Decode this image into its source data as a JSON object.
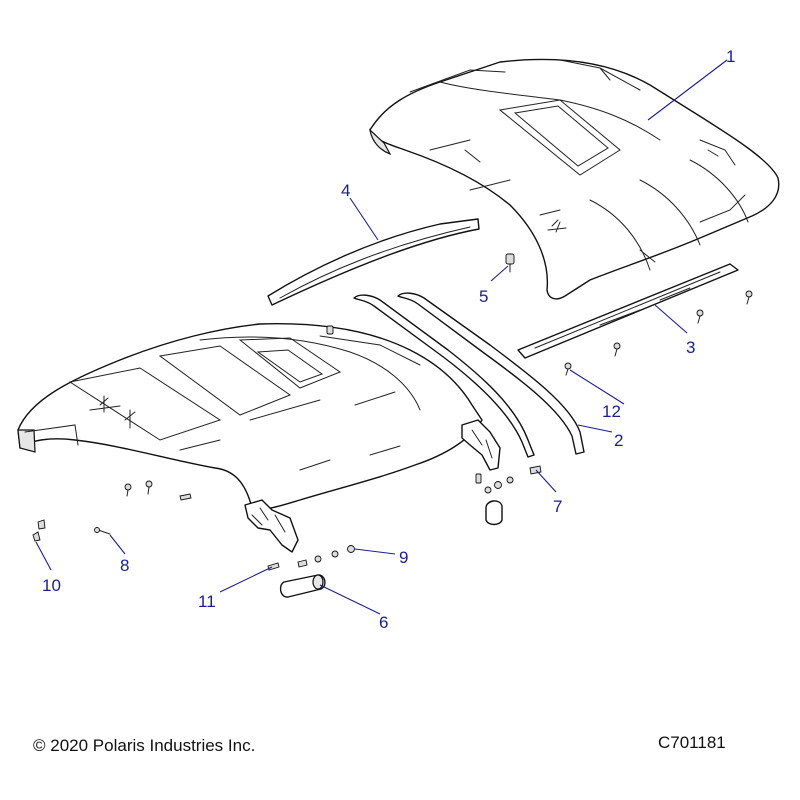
{
  "callouts": {
    "c1": "1",
    "c2": "2",
    "c3": "3",
    "c4": "4",
    "c5": "5",
    "c6": "6",
    "c7": "7",
    "c8": "8",
    "c9": "9",
    "c10": "10",
    "c11": "11",
    "c12": "12"
  },
  "footer": {
    "copyright": "© 2020 Polaris Industries Inc.",
    "code": "C701181"
  }
}
